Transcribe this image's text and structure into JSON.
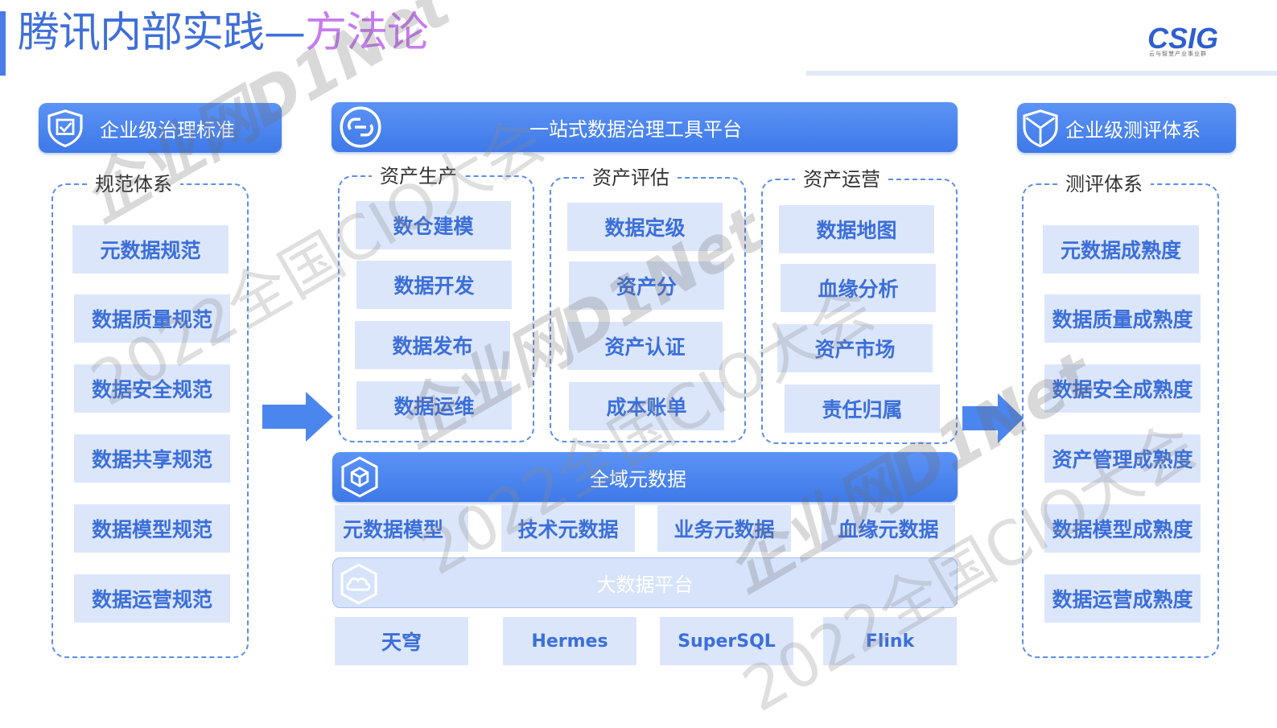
{
  "title": {
    "part1": "腾讯内部实践—",
    "part2": "方法论"
  },
  "brand": {
    "logo_text": "CSIG",
    "tagline": "云与智慧产业事业群"
  },
  "left": {
    "header": "企业级治理标准",
    "group_label": "规范体系",
    "items": [
      "元数据规范",
      "数据质量规范",
      "数据安全规范",
      "数据共享规范",
      "数据模型规范",
      "数据运营规范"
    ]
  },
  "middle": {
    "header": "一站式数据治理工具平台",
    "groups": [
      {
        "label": "资产生产",
        "items": [
          "数仓建模",
          "数据开发",
          "数据发布",
          "数据运维"
        ]
      },
      {
        "label": "资产评估",
        "items": [
          "数据定级",
          "资产分",
          "资产认证",
          "成本账单"
        ]
      },
      {
        "label": "资产运营",
        "items": [
          "数据地图",
          "血缘分析",
          "资产市场",
          "责任归属"
        ]
      }
    ],
    "metadata_bar": "全域元数据",
    "metadata_items": [
      "元数据模型",
      "技术元数据",
      "业务元数据",
      "血缘元数据"
    ],
    "platform_bar": "大数据平台",
    "platform_items": [
      "天穹",
      "Hermes",
      "SuperSQL",
      "Flink"
    ]
  },
  "right": {
    "header": "企业级测评体系",
    "group_label": "测评体系",
    "items": [
      "元数据成熟度",
      "数据质量成熟度",
      "数据安全成熟度",
      "资产管理成熟度",
      "数据模型成熟度",
      "数据运营成熟度"
    ]
  },
  "watermark": {
    "logo": "企业网D1Net",
    "text": "2022全国CIO大会"
  },
  "colors": {
    "primary": "#4B7BE5",
    "item_bg": "#DCE6FB",
    "item_text": "#3B6FD9",
    "accent_purple": "#C77BF0"
  }
}
